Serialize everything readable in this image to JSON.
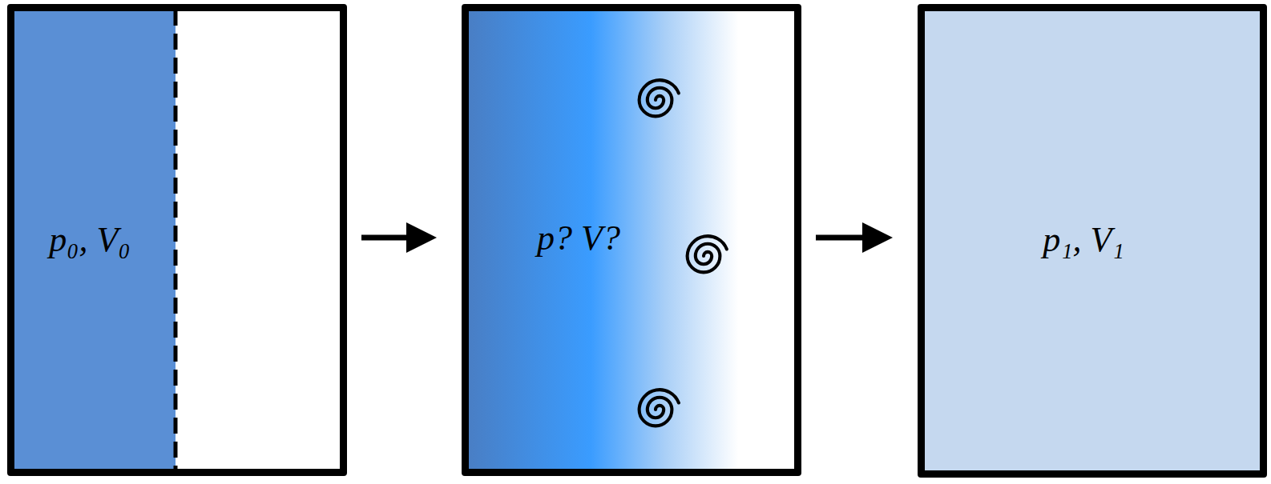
{
  "diagram": {
    "nodes": [
      {
        "text": [
          "p₀, V₀"
        ]
      },
      {
        "text": [
          "p? V?"
        ]
      },
      {
        "text": [
          "p₁, V₁"
        ]
      }
    ],
    "edges": [
      {
        "from": 0,
        "to": 1,
        "arrow": "to"
      },
      {
        "from": 1,
        "to": 2,
        "arrow": "to"
      }
    ]
  }
}
